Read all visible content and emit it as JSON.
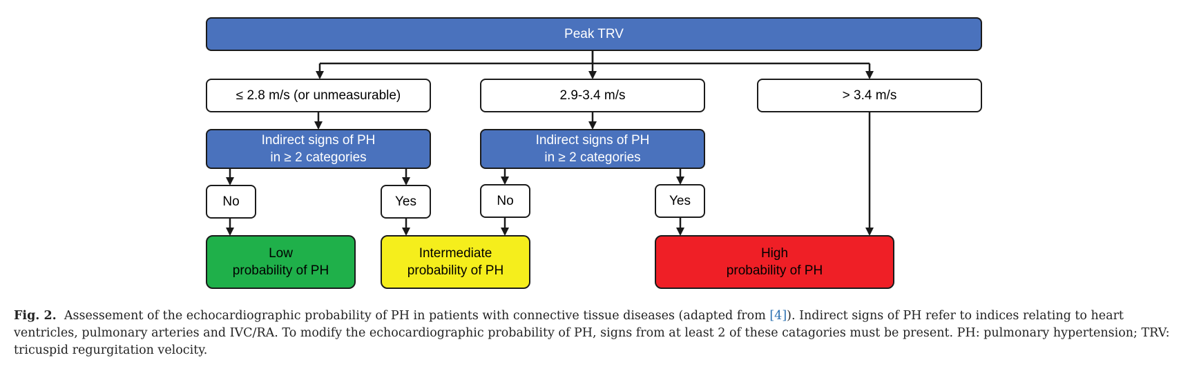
{
  "diagram": {
    "root": "Peak TRV",
    "branches": [
      {
        "range": "≤ 2.8 m/s (or unmeasurable)",
        "question": [
          "Indirect signs of PH",
          "in ≥ 2 categories"
        ],
        "no": "No",
        "yes": "Yes"
      },
      {
        "range": "2.9-3.4 m/s",
        "question": [
          "Indirect signs of PH",
          "in ≥ 2 categories"
        ],
        "no": "No",
        "yes": "Yes"
      },
      {
        "range": "> 3.4 m/s"
      }
    ],
    "outcomes": [
      {
        "lines": [
          "Low",
          "probability of PH"
        ],
        "color": "#1fb04a"
      },
      {
        "lines": [
          "Intermediate",
          "probability of PH"
        ],
        "color": "#f5ee1c"
      },
      {
        "lines": [
          "High",
          "probability of PH"
        ],
        "color": "#ef1f26"
      }
    ],
    "colors": {
      "decision": "#4a72bd",
      "line": "#1a1a1a"
    }
  },
  "caption": {
    "label": "Fig. 2.",
    "text_before_ref": "Assessement of the echocardiographic probability of PH in patients with connective tissue diseases (adapted from ",
    "ref": "[4]",
    "text_after_ref": "). Indirect signs of PH refer to indices relating to heart ventricles, pulmonary arteries and IVC/RA. To modify the echocardiographic probability of PH, signs from at least 2 of these catagories must be present. PH: pulmonary hypertension; TRV: tricuspid regurgitation velocity."
  }
}
